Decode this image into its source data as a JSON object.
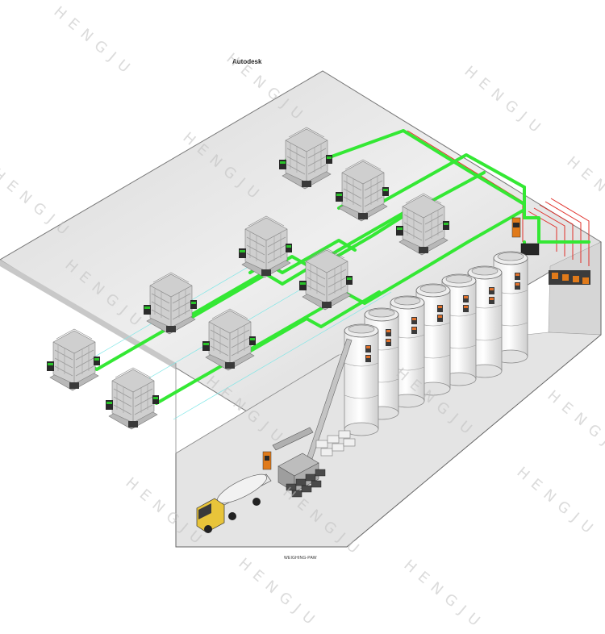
{
  "labels": {
    "top": "Autodesk",
    "bottom": "WEIGHING-PAW"
  },
  "watermark": "HENGJU",
  "colors": {
    "pipe": "#34e834",
    "electric": "#e0302a",
    "floor": "#e6e6e6",
    "wall": "#dcdcdc",
    "silo": "#f4f4f4",
    "machine": "#bdbdbd",
    "accent": "#f07a1a"
  },
  "icons": [
    "packing-machine-icon",
    "silo-icon",
    "truck-icon",
    "conveyor-icon",
    "control-cabinet-icon"
  ]
}
